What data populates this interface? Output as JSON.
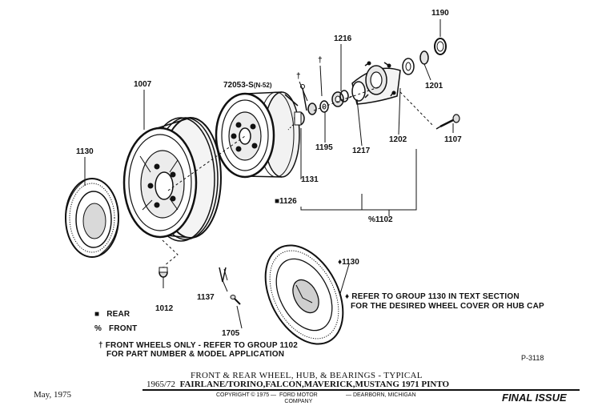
{
  "diagram": {
    "part_labels": {
      "p1007": "1007",
      "p1130a": "1130",
      "p72053": "72053-S",
      "p72053_suffix": "(N-52)",
      "p1216": "1216",
      "p1190": "1190",
      "p1201": "1201",
      "dagger1": "†",
      "dagger2": "†",
      "p1195": "1195",
      "p1217": "1217",
      "p1202": "1202",
      "p1107": "1107",
      "p1131": "1131",
      "p1126": "1126",
      "p1102": "1102",
      "p1102_prefix": "%",
      "p1012": "1012",
      "p1137": "1137",
      "p1705": "1705",
      "p1130b": "1130",
      "p1130b_prefix": "♦"
    },
    "legend": {
      "rear_symbol": "■",
      "rear_label": "REAR",
      "front_symbol": "%",
      "front_label": "FRONT"
    },
    "notes": {
      "wheel_cover_line1": "♦ REFER TO GROUP 1130 IN TEXT SECTION",
      "wheel_cover_line2": "FOR THE DESIRED WHEEL COVER OR HUB CAP",
      "front_only_line1": "† FRONT WHEELS ONLY - REFER TO GROUP 1102",
      "front_only_line2": "FOR PART NUMBER & MODEL APPLICATION",
      "plate_number": "P-3118"
    }
  },
  "footer": {
    "title_line1": "FRONT & REAR WHEEL, HUB, & BEARINGS - TYPICAL",
    "title_line2_years": "1965/72",
    "title_line2_models": "FAIRLANE/TORINO,FALCON,MAVERICK,MUSTANG 1971 PINTO",
    "date": "May, 1975",
    "copyright": "COPYRIGHT © 1975 —",
    "company_line1": "FORD MOTOR",
    "company_line2": "COMPANY",
    "location": "— DEARBORN, MICHIGAN",
    "status": "FINAL ISSUE"
  }
}
